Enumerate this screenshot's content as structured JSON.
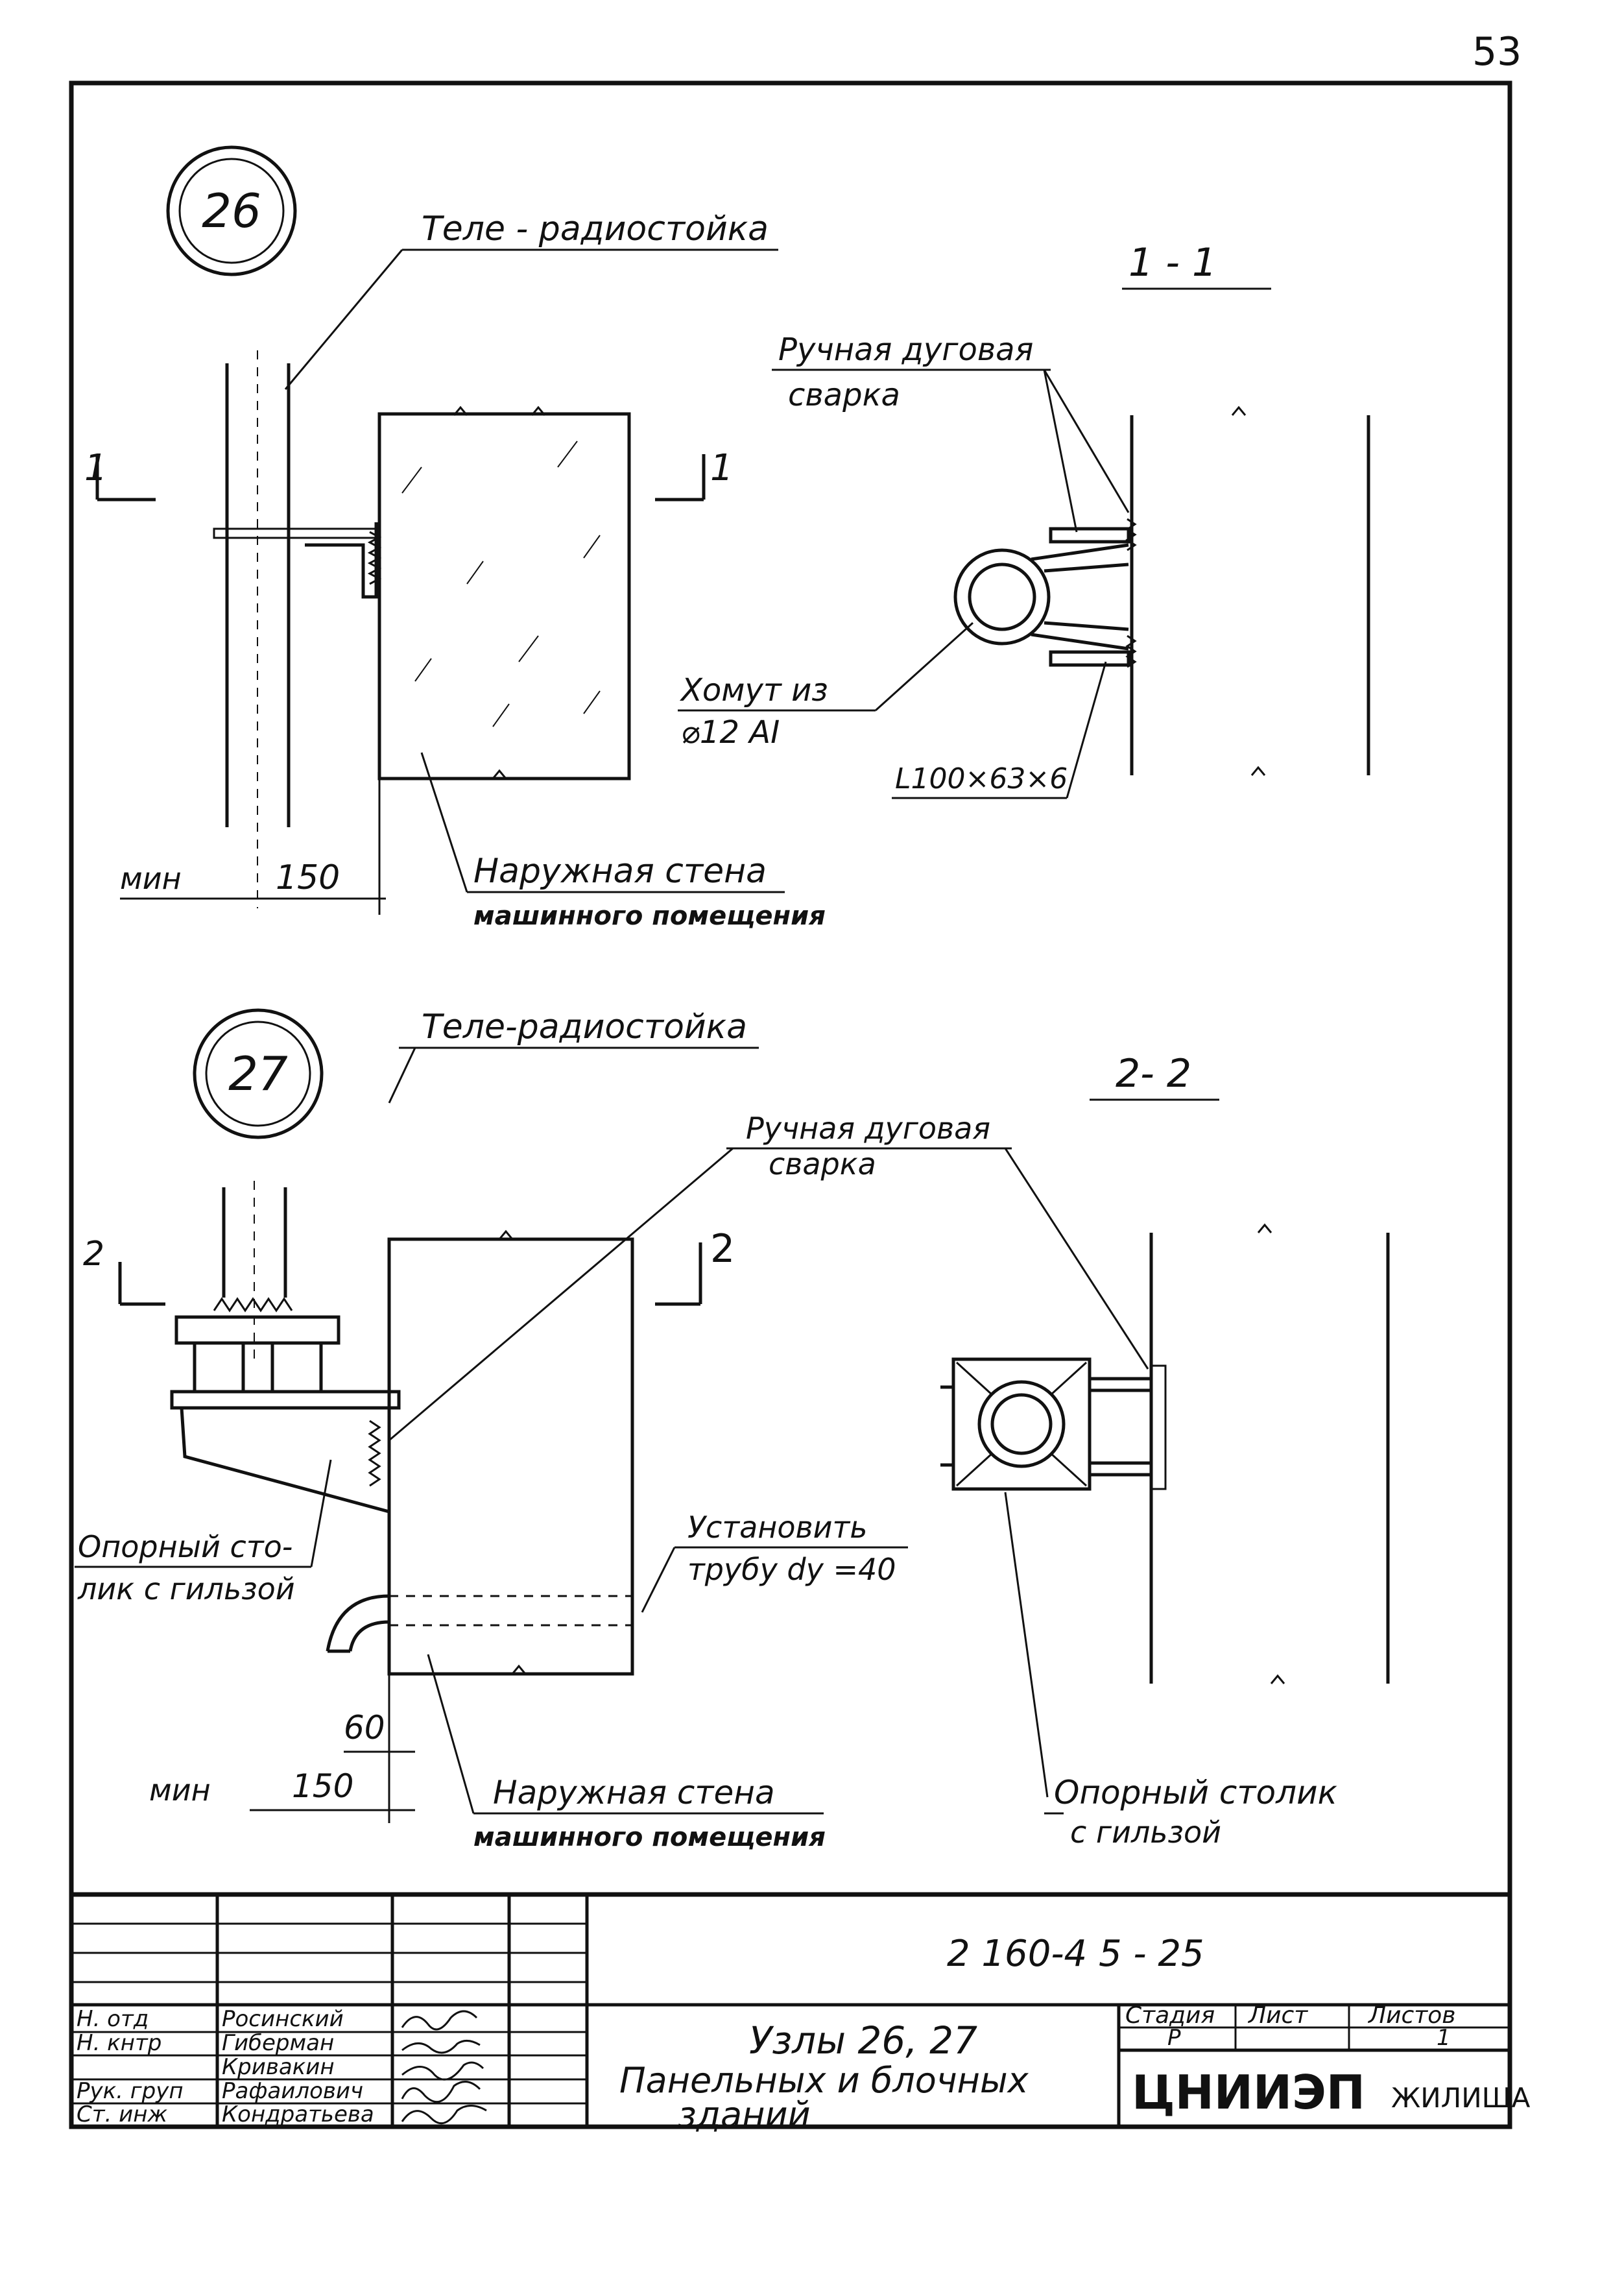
{
  "page_number": "53",
  "node_26": {
    "marker": "26",
    "callout_top": "Теле - радиостойка",
    "section_mark": "1",
    "section_title": "1 - 1",
    "weld_label_1": "Ручная дуговая",
    "weld_label_2": "сварка",
    "clamp_label_1": "Хомут из",
    "clamp_label_2": "⌀12  AI",
    "angle_label": "L100×63×6",
    "dim_min": "мин",
    "dim_150": "150",
    "wall_label_1": "Наружная стена",
    "wall_label_2": "машинного помещения"
  },
  "node_27": {
    "marker": "27",
    "callout_top": "Теле-радиостойка",
    "section_mark": "2",
    "section_title": "2- 2",
    "weld_label_1": "Ручная дуговая",
    "weld_label_2": "сварка",
    "table_label_1": "Опорный сто-",
    "table_label_2": "лик с гильзой",
    "pipe_label_1": "Установить",
    "pipe_label_2": "трубу dy =40",
    "dim_60": "60",
    "dim_min": "мин",
    "dim_150": "150",
    "wall_label_1": "Наружная стена",
    "wall_label_2": "машинного помещения",
    "support_label_1": "Опорный столик",
    "support_label_2": "с гильзой"
  },
  "title_block": {
    "doc_code": "2 160-4 5 - 25",
    "roles": [
      "Н. отд",
      "Н. кнтр",
      "",
      "Рук. груп",
      "Ст. инж"
    ],
    "names": [
      "Росинский",
      "Гиберман",
      "Кривакин",
      "Рафаилович",
      "Кондратьева"
    ],
    "title_line_1": "Узлы 26, 27",
    "title_line_2": "Панельных и блочных",
    "title_line_3": "зданий",
    "col_stage": "Стадия",
    "col_sheet": "Лист",
    "col_sheets": "Листов",
    "stage_value": "Р",
    "sheets_value": "1",
    "org_logo": "ЦНИИЭП",
    "org_suffix": "ЖИЛИЩА"
  }
}
